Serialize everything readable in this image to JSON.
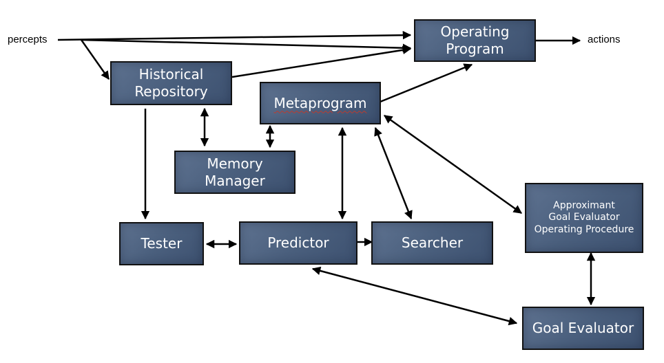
{
  "labels": {
    "percepts": "percepts",
    "actions": "actions"
  },
  "boxes": {
    "operating_program": "Operating\nProgram",
    "historical_repository": "Historical\nRepository",
    "metaprogram": "Metaprogram",
    "memory_manager": "Memory\nManager",
    "tester": "Tester",
    "predictor": "Predictor",
    "searcher": "Searcher",
    "approximant": "Approximant\nGoal Evaluator\nOperating Procedure",
    "goal_evaluator": "Goal Evaluator"
  },
  "colors": {
    "box_fill": "#4a5f7d",
    "box_border": "#111111",
    "arrow": "#000000",
    "spellcheck_underline": "#c0392b"
  }
}
